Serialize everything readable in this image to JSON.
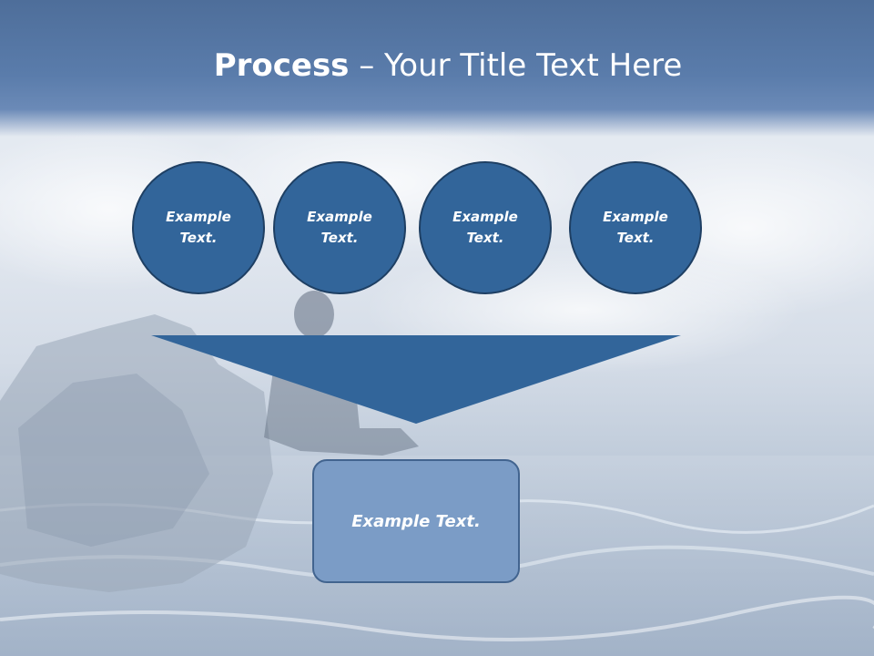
{
  "slide": {
    "title_bold": "Process",
    "title_rest": " – Your Title Text Here"
  },
  "steps": [
    {
      "line1": "Example",
      "line2": "Text."
    },
    {
      "line1": "Example",
      "line2": "Text."
    },
    {
      "line1": "Example",
      "line2": "Text."
    },
    {
      "line1": "Example",
      "line2": "Text."
    }
  ],
  "result": {
    "label": "Example Text."
  },
  "colors": {
    "title_band": "#5a7cab",
    "circle_fill": "#32659a",
    "circle_border": "#1e3f63",
    "funnel_fill": "#32659a",
    "result_fill": "#7b9cc6",
    "result_border": "#42648f"
  }
}
